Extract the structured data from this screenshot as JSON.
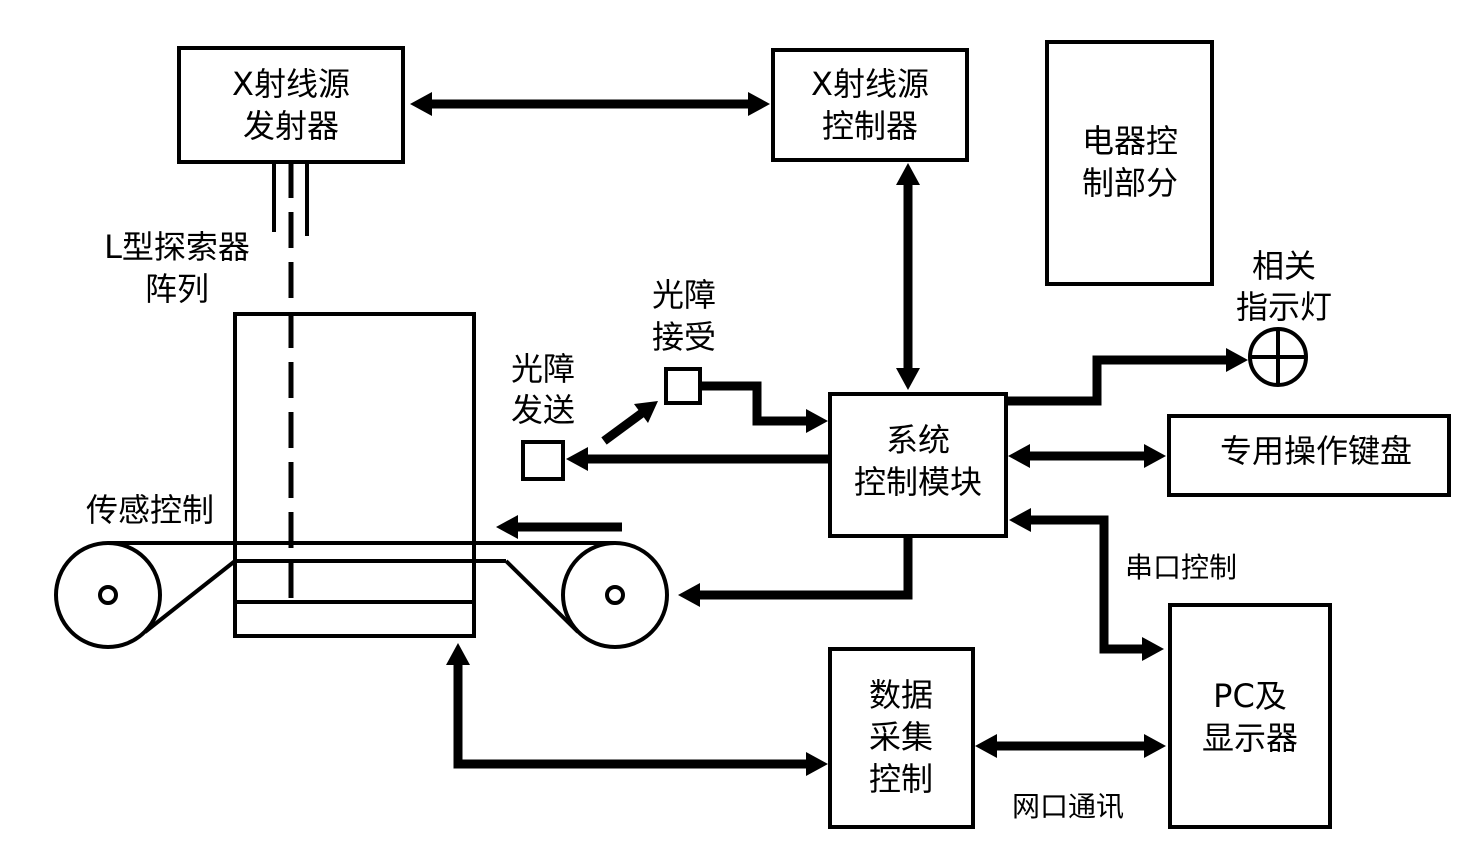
{
  "labels": {
    "xray_emitter": [
      "X射线源",
      "发射器"
    ],
    "xray_controller": [
      "X射线源",
      "控制器"
    ],
    "electrical_control": [
      "电器控",
      "制部分"
    ],
    "detector_array": [
      "L型探索器",
      "阵列"
    ],
    "light_barrier_receive": [
      "光障",
      "接受"
    ],
    "light_barrier_send": [
      "光障",
      "发送"
    ],
    "system_control_module": [
      "系统",
      "控制模块"
    ],
    "indicator_light": [
      "相关",
      "指示灯"
    ],
    "keyboard": "专用操作键盘",
    "sensor_control": "传感控制",
    "serial_control": "串口控制",
    "data_acquisition": [
      "数据",
      "采集",
      "控制"
    ],
    "pc_display": [
      "PC及",
      "显示器"
    ],
    "network_comm": "网口通讯"
  }
}
